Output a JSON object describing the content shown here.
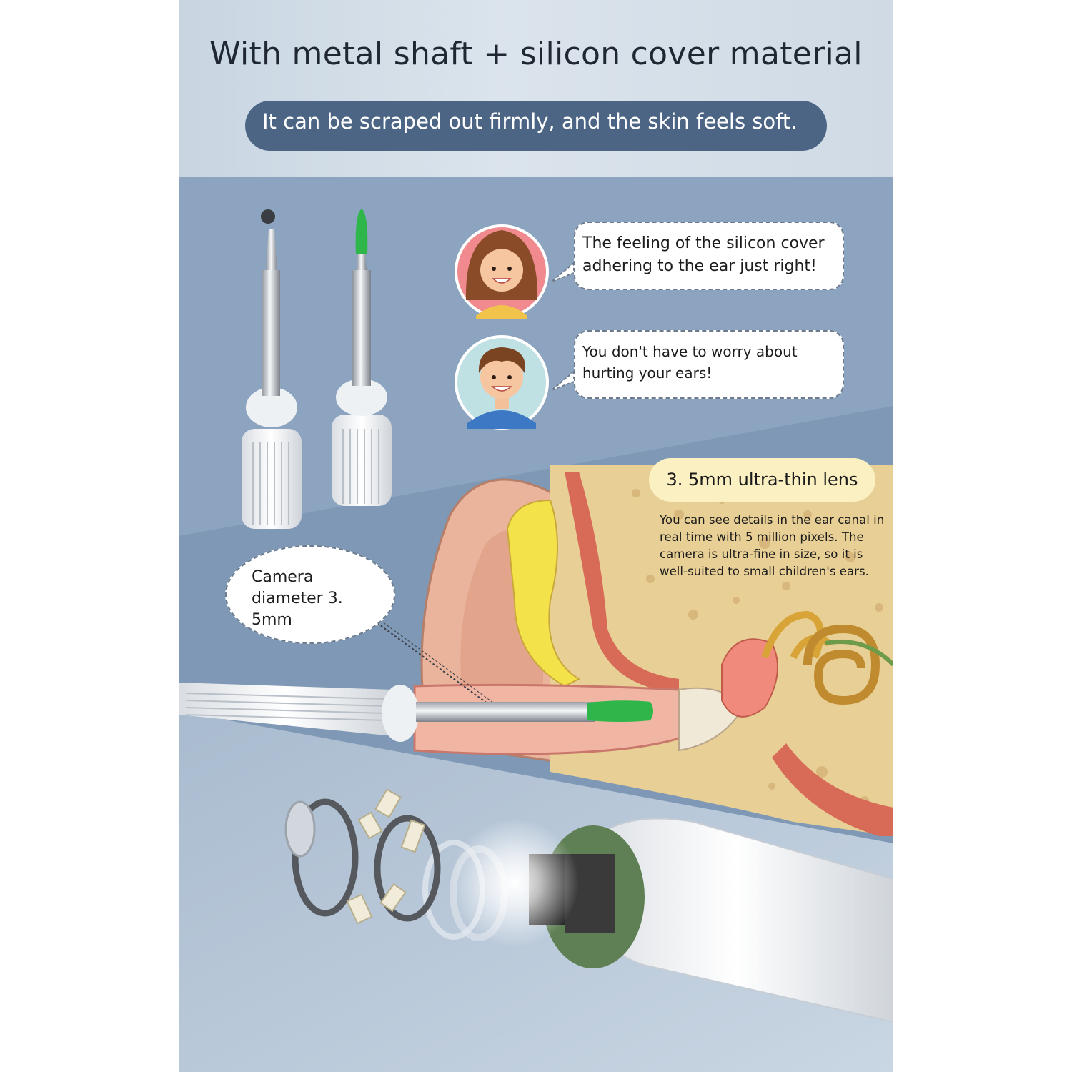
{
  "header": {
    "headline": "With metal shaft + silicon cover material",
    "subheadline": "It can be scraped out firmly, and the skin feels soft."
  },
  "testimonials": [
    {
      "avatar": "woman-avatar",
      "lines": [
        "The feeling of the silicon cover",
        "adhering to the ear just right!"
      ]
    },
    {
      "avatar": "man-avatar",
      "lines": [
        "You don't have to worry about",
        "hurting your ears!"
      ]
    }
  ],
  "lens": {
    "title": "3. 5mm ultra-thin lens",
    "description": [
      "You can see details in the ear canal in",
      "real time with 5 million pixels. The",
      "camera is ultra-fine in size, so it is",
      "well-suited to small children's ears."
    ]
  },
  "camera_callout": {
    "lines": [
      "Camera",
      "diameter 3.",
      "5mm"
    ]
  },
  "colors": {
    "header_band": "#d5dfe9",
    "subheadline_pill": "#4c6585",
    "lens_pill": "#fbf0c1",
    "silicone_tip": "#2eb64b",
    "panel_blue": "#8aa2bd"
  },
  "icons": [
    "scoop-tip-icon",
    "silicone-tip-icon",
    "woman-avatar",
    "man-avatar",
    "ear-anatomy-illustration",
    "camera-module-exploded"
  ]
}
